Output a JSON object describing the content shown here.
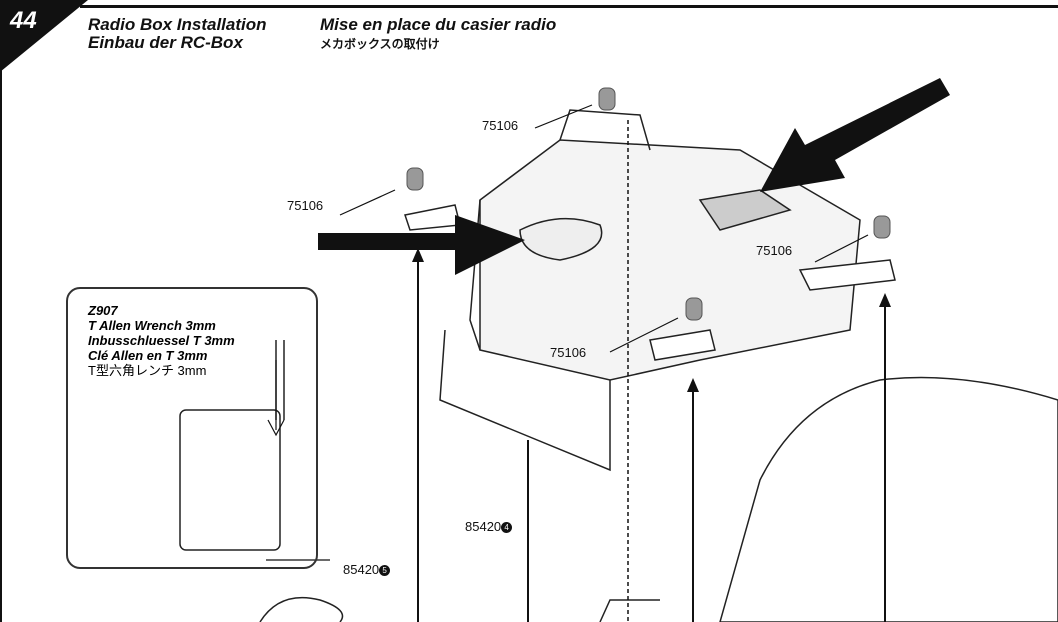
{
  "step": {
    "number": "44"
  },
  "titles": {
    "en": "Radio Box Installation",
    "fr": "Mise en place du casier radio",
    "de": "Einbau der RC-Box",
    "ja": "メカボックスの取付け"
  },
  "tool": {
    "code": "Z907",
    "en": "T Allen Wrench 3mm",
    "de": "Inbusschluessel T 3mm",
    "fr": "Clé Allen en T 3mm",
    "ja": "T型六角レンチ 3mm"
  },
  "parts": {
    "clip_top": "75106",
    "clip_left": "75106",
    "clip_right": "75106",
    "clip_front": "75106",
    "ball_a": {
      "code": "85420",
      "badge": "4"
    },
    "ball_b": {
      "code": "85420",
      "badge": "5"
    }
  }
}
